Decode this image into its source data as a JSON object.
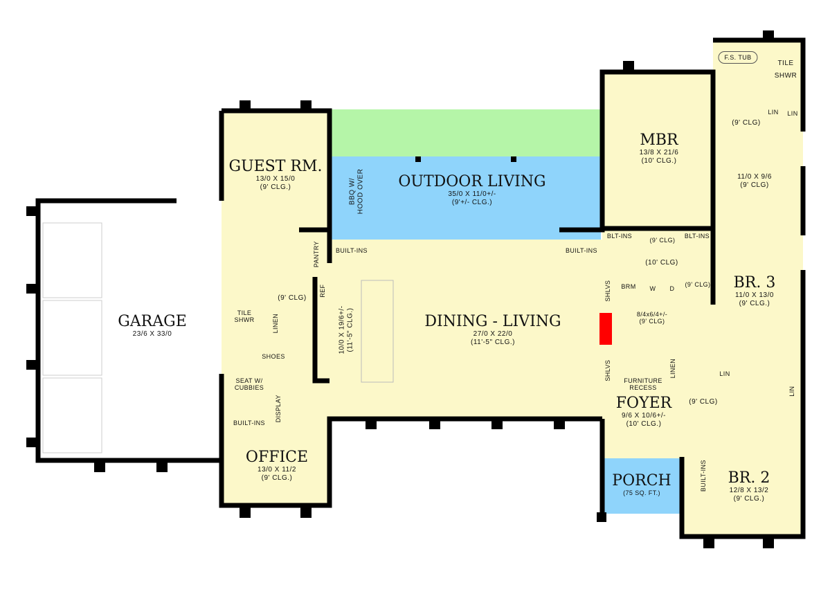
{
  "colors": {
    "room": "#fcf8c9",
    "outdoor_lawn": "#b5f5a8",
    "covered": "#8fd4fb",
    "fireplace": "#ff0000",
    "wall": "#000000",
    "garage": "#ffffff"
  },
  "rooms": {
    "garage": {
      "name": "GARAGE",
      "size": "23/6 X 33/0"
    },
    "guest": {
      "name": "GUEST RM.",
      "size": "13/0 X 15/0",
      "clg": "(9' CLG.)"
    },
    "outdoor": {
      "name": "OUTDOOR LIVING",
      "size": "35/0 X 11/0+/-",
      "clg": "(9'+/- CLG.)"
    },
    "bbq": {
      "line1": "BBQ W/",
      "line2": "HOOD OVER"
    },
    "mbr": {
      "name": "MBR",
      "size": "13/8 X 21/6",
      "clg": "(10' CLG.)"
    },
    "master_bath": {
      "tub": "F.S. TUB",
      "shower1": "TILE",
      "shower2": "SHWR",
      "lin1": "LIN",
      "lin2": "LIN",
      "clg": "(9' CLG)"
    },
    "master_closet": {
      "size": "11/0 X 9/6",
      "clg": "(9' CLG)"
    },
    "mbr_hall": {
      "blt1": "BLT-INS",
      "blt2": "BLT-INS",
      "clg": "(9' CLG)"
    },
    "dining": {
      "name": "DINING - LIVING",
      "size": "27/0 X 22/0",
      "clg": "(11'-5\" CLG.)"
    },
    "kitchen": {
      "size": "10/0 X 19/6+/-",
      "clg": "(11'-5\" CLG.)",
      "ref": "REF",
      "pantry": "PANTRY",
      "builtins_left": "BUILT-INS",
      "builtins_right": "BUILT-INS"
    },
    "guest_bath": {
      "shower1": "TILE",
      "shower2": "SHWR",
      "linen": "LINEN",
      "shoes": "SHOES",
      "hall_clg": "(9' CLG)"
    },
    "mudroom": {
      "seat1": "SEAT W/",
      "seat2": "CUBBIES",
      "builtins": "BUILT-INS",
      "display": "DISPLAY"
    },
    "office": {
      "name": "OFFICE",
      "size": "13/0 X 11/2",
      "clg": "(9' CLG.)"
    },
    "hall": {
      "clg": "(10' CLG)"
    },
    "laundry": {
      "brm": "BRM",
      "w": "W",
      "d": "D",
      "clg": "(9' CLG)",
      "size": "8/4x6/4+/-",
      "clg2": "(9' CLG)"
    },
    "foyer_area": {
      "shlvs1": "SHLVS",
      "shlvs2": "SHLVS",
      "linen": "LINEN",
      "furniture1": "FURNITURE",
      "furniture2": "RECESS"
    },
    "foyer": {
      "name": "FOYER",
      "size": "9/6 X 10/6+/-",
      "clg": "(10' CLG.)"
    },
    "br3": {
      "name": "BR. 3",
      "size": "11/0 X 13/0",
      "clg": "(9' CLG.)"
    },
    "bath2": {
      "lin1": "LIN",
      "lin2": "LIN",
      "clg": "(9' CLG)"
    },
    "porch": {
      "name": "PORCH",
      "size": "(75 SQ. FT.)"
    },
    "br2": {
      "name": "BR. 2",
      "size": "12/8 X 13/2",
      "clg": "(9' CLG.)",
      "builtins": "BUILT-INS"
    }
  }
}
